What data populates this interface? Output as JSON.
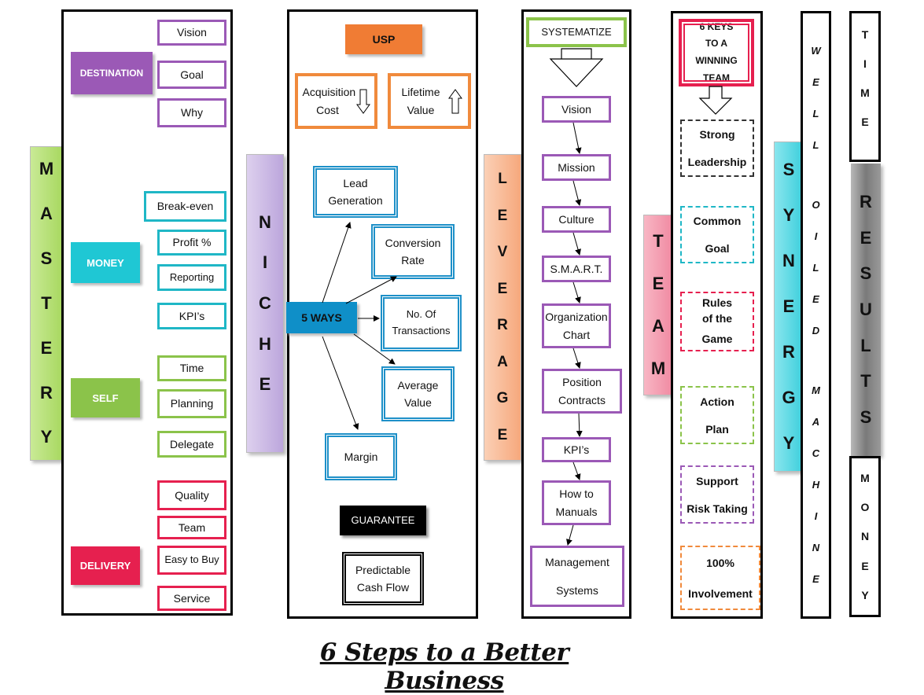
{
  "colors": {
    "mastery": "#a8d860",
    "niche": "#c8b4e0",
    "leverage": "#f6b08a",
    "team": "#f28aa2",
    "synergy": "#3dcfdc",
    "results": "#8a8a8a"
  },
  "mastery": {
    "letters": [
      "M",
      "A",
      "S",
      "T",
      "E",
      "R",
      "Y"
    ],
    "destination": {
      "label": "DESTINATION",
      "items": [
        "Vision",
        "Goal",
        "Why"
      ]
    },
    "money": {
      "label": "MONEY",
      "items": [
        "Break-even",
        "Profit %",
        "Reporting",
        "KPI’s"
      ]
    },
    "self": {
      "label": "SELF",
      "items": [
        "Time",
        "Planning",
        "Delegate"
      ]
    },
    "delivery": {
      "label": "DELIVERY",
      "items": [
        "Quality",
        "Team",
        "Easy to Buy",
        "Service"
      ]
    }
  },
  "niche": {
    "letters": [
      "N",
      "I",
      "C",
      "H",
      "E"
    ],
    "usp": "USP",
    "acquisition_cost": "Acquisition Cost",
    "lifetime_value": "Lifetime Value",
    "five_ways": "5 WAYS",
    "ways": [
      "Lead Generation",
      "Conversion Rate",
      "No. Of Transactions",
      "Average Value",
      "Margin"
    ],
    "guarantee": "GUARANTEE",
    "predictable": "Predictable Cash Flow"
  },
  "leverage": {
    "letters": [
      "L",
      "E",
      "V",
      "E",
      "R",
      "A",
      "G",
      "E"
    ],
    "systematize": "SYSTEMATIZE",
    "steps": [
      "Vision",
      "Mission",
      "Culture",
      "S.M.A.R.T.",
      "Organization Chart",
      "Position Contracts",
      "KPI’s",
      "How to Manuals",
      "Management Systems"
    ]
  },
  "team": {
    "letters": [
      "T",
      "E",
      "A",
      "M"
    ],
    "header": "6 KEYS TO A WINNING TEAM",
    "keys": [
      {
        "top": "Strong",
        "bottom": "Leadership"
      },
      {
        "top": "Common",
        "bottom": "Goal"
      },
      {
        "top": "Rules of the",
        "bottom": "Game"
      },
      {
        "top": "Action",
        "bottom": "Plan"
      },
      {
        "top": "Support",
        "bottom": "Risk Taking"
      },
      {
        "top": "100%",
        "bottom": "Involvement"
      }
    ]
  },
  "synergy": {
    "letters": [
      "S",
      "Y",
      "N",
      "E",
      "R",
      "G",
      "Y"
    ],
    "well_oiled": [
      "W",
      "E",
      "L",
      "L",
      "O",
      "I",
      "L",
      "E",
      "D",
      "M",
      "A",
      "C",
      "H",
      "I",
      "N",
      "E"
    ]
  },
  "results": {
    "time": [
      "T",
      "I",
      "M",
      "E"
    ],
    "results": [
      "R",
      "E",
      "S",
      "U",
      "L",
      "T",
      "S"
    ],
    "money": [
      "M",
      "O",
      "N",
      "E",
      "Y"
    ]
  },
  "title": "6 Steps to a Better Business"
}
